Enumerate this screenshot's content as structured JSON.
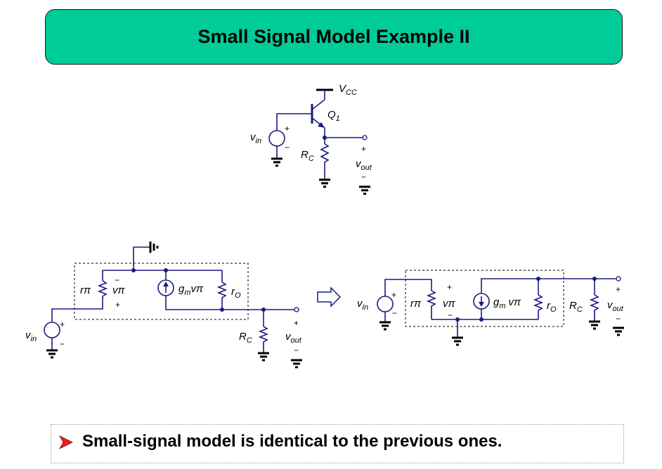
{
  "title": "Small Signal Model Example II",
  "bullet": "Small-signal model is identical to the previous ones.",
  "colors": {
    "title_bg": "#00cc99",
    "wire": "#1a1a80",
    "bullet_arrow": "#e02020"
  },
  "top_circuit": {
    "vcc": {
      "main": "V",
      "sub": "CC"
    },
    "transistor": {
      "main": "Q",
      "sub": "1"
    },
    "source": {
      "main": "v",
      "sub": "in"
    },
    "resistor": {
      "main": "R",
      "sub": "C"
    },
    "output": {
      "main": "v",
      "sub": "out"
    },
    "plus": "+",
    "minus": "−"
  },
  "left_model": {
    "source": {
      "main": "v",
      "sub": "in"
    },
    "r_pi": "rπ",
    "v_pi": "vπ",
    "gm": {
      "main": "g",
      "sub": "m",
      "tail": "vπ"
    },
    "ro": {
      "main": "r",
      "sub": "O"
    },
    "rc": {
      "main": "R",
      "sub": "C"
    },
    "output": {
      "main": "v",
      "sub": "out"
    },
    "plus": "+",
    "minus": "−"
  },
  "right_model": {
    "source": {
      "main": "v",
      "sub": "in"
    },
    "r_pi": "rπ",
    "v_pi": "vπ",
    "gm": {
      "main": "g",
      "sub": "m",
      "tail": "vπ"
    },
    "ro": {
      "main": "r",
      "sub": "O"
    },
    "rc": {
      "main": "R",
      "sub": "C"
    },
    "output": {
      "main": "v",
      "sub": "out"
    },
    "plus": "+",
    "minus": "−"
  }
}
